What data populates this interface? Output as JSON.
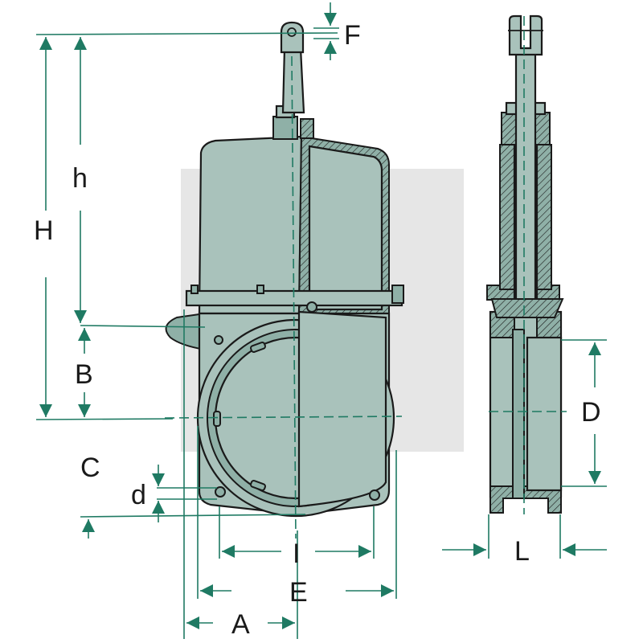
{
  "diagram": {
    "colors": {
      "body": "#a9c2bb",
      "body_dark": "#8fb0a7",
      "outline": "#1a1a1a",
      "dimension": "#1f7a63",
      "watermark": "#c8c8c8"
    },
    "labels": {
      "H": "H",
      "h": "h",
      "B": "B",
      "C": "C",
      "d": "d",
      "F": "F",
      "I": "I",
      "E": "E",
      "A": "A",
      "D": "D",
      "L": "L"
    }
  }
}
